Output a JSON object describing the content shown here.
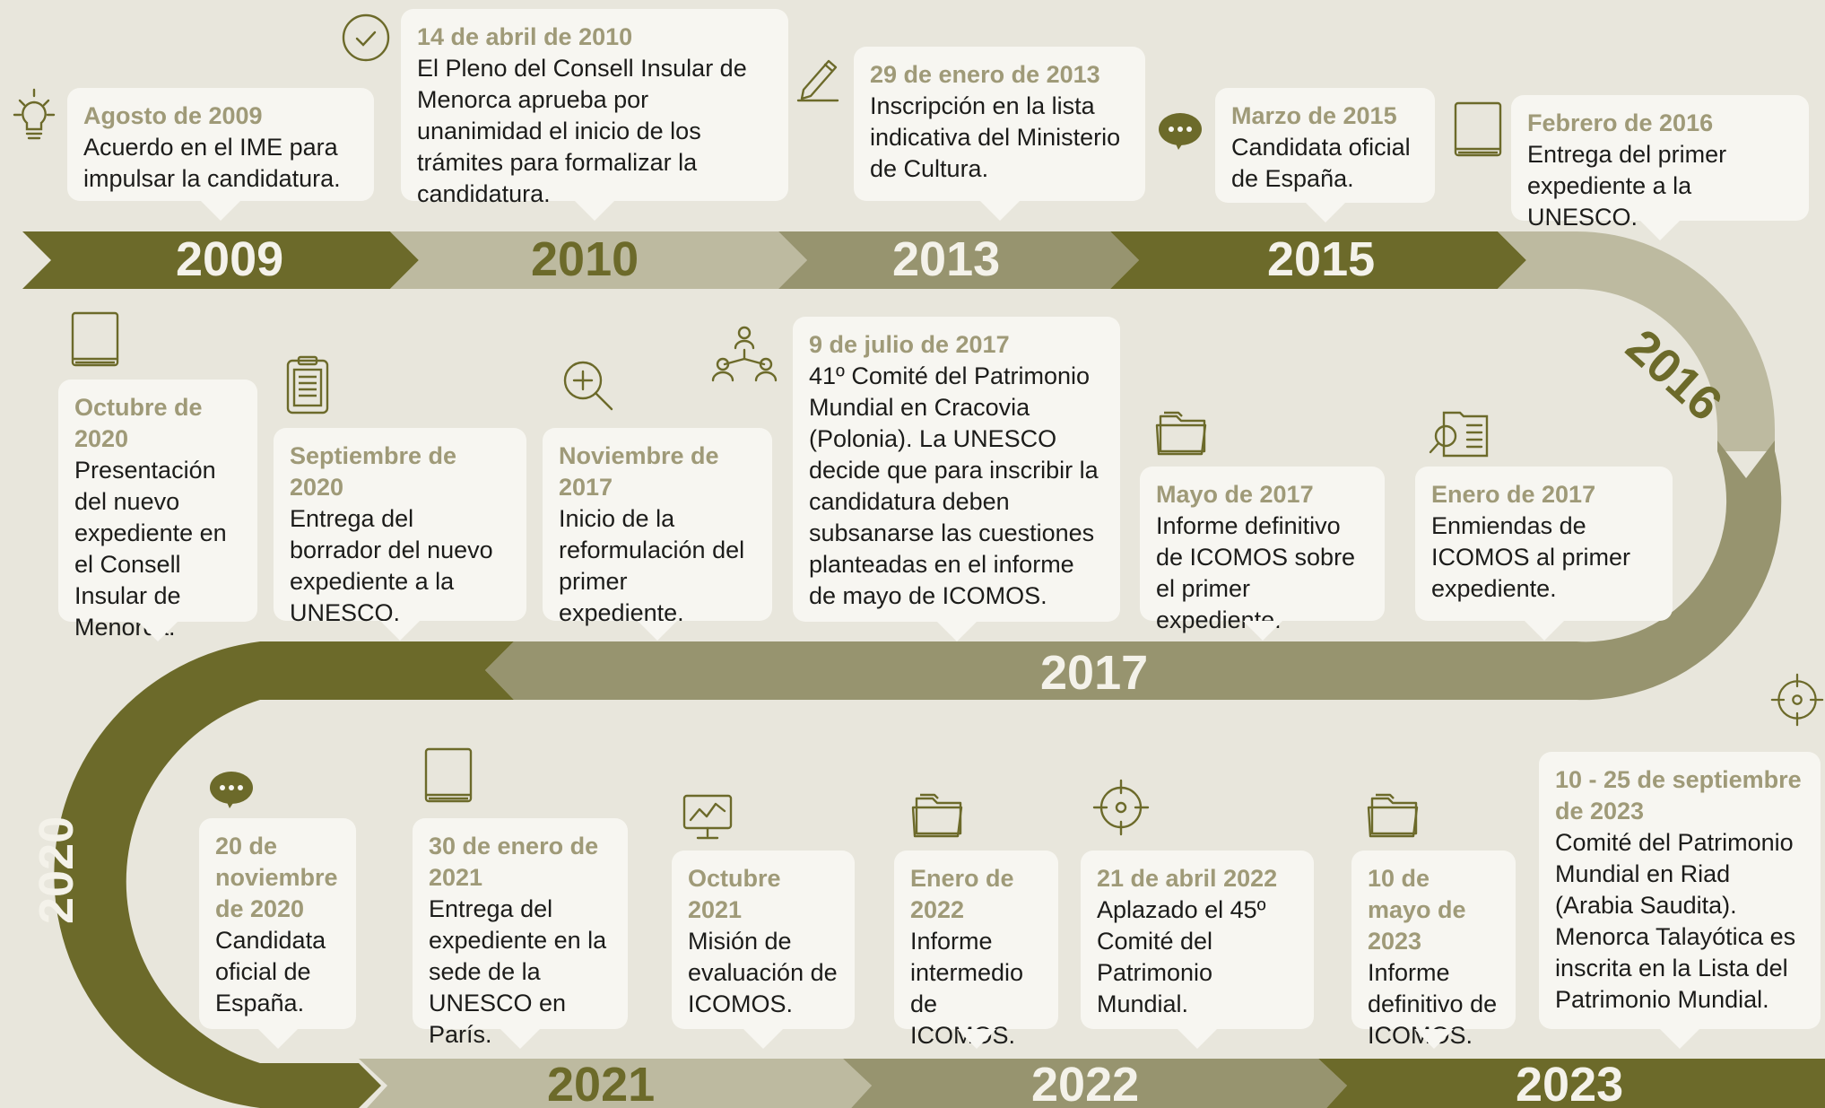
{
  "colors": {
    "background": "#e8e6dc",
    "olive_dark": "#6c6a2a",
    "olive_light": "#bdbaa0",
    "olive_mid": "#97946f",
    "card": "#f7f6f1",
    "date_text": "#9f9a78"
  },
  "years": {
    "y2009": "2009",
    "y2010": "2010",
    "y2013": "2013",
    "y2015": "2015",
    "y2016": "2016",
    "y2017": "2017",
    "y2020": "2020",
    "y2021": "2021",
    "y2022": "2022",
    "y2023": "2023"
  },
  "events": {
    "e1": {
      "date": "Agosto de 2009",
      "text": "Acuerdo en el IME para impulsar la candidatura.",
      "icon": "lightbulb-icon"
    },
    "e2": {
      "date": "14 de abril de 2010",
      "text": "El Pleno del Consell Insular de Menorca aprueba por unanimidad el inicio de los trámites para formalizar la candidatura.",
      "icon": "check-circle-icon"
    },
    "e3": {
      "date": "29 de enero de 2013",
      "text": "Inscripción en la lista indicativa del Ministerio de Cultura.",
      "icon": "pen-icon"
    },
    "e4": {
      "date": "Marzo de 2015",
      "text": "Candidata oficial de España.",
      "icon": "speech-bubble-icon"
    },
    "e5": {
      "date": "Febrero de 2016",
      "text": "Entrega del primer expediente a la UNESCO.",
      "icon": "book-icon"
    },
    "e6": {
      "date": "Enero de 2017",
      "text": "Enmiendas de ICOMOS al primer expediente.",
      "icon": "document-search-icon"
    },
    "e7": {
      "date": "Mayo de 2017",
      "text": "Informe definitivo de ICOMOS sobre el primer expediente.",
      "icon": "folder-icon"
    },
    "e8": {
      "date": "9 de julio de 2017",
      "text": "41º Comité del Patrimonio Mundial en Cracovia (Polonia). La UNESCO decide que para inscribir la candidatura deben subsanarse las cuestiones planteadas en el informe de mayo de ICOMOS.",
      "icon": "people-network-icon"
    },
    "e9": {
      "date": "Noviembre de 2017",
      "text": "Inicio de la reformulación del primer expediente.",
      "icon": "zoom-in-icon"
    },
    "e10": {
      "date": "Septiembre de 2020",
      "text": "Entrega del borrador del nuevo expediente a la UNESCO.",
      "icon": "clipboard-icon"
    },
    "e11": {
      "date": "Octubre de 2020",
      "text": "Presentación del nuevo expediente en el Consell Insular de Menorca.",
      "icon": "book-icon"
    },
    "e12": {
      "date": "20 de noviembre de 2020",
      "text": "Candidata oficial de España.",
      "icon": "speech-bubble-icon"
    },
    "e13": {
      "date": "30 de enero de 2021",
      "text": "Entrega del expediente en la sede de la UNESCO en París.",
      "icon": "book-icon"
    },
    "e14": {
      "date": "Octubre 2021",
      "text": "Misión de evaluación de ICOMOS.",
      "icon": "monitor-chart-icon"
    },
    "e15": {
      "date": "Enero de 2022",
      "text": "Informe intermedio de ICOMOS.",
      "icon": "folder-icon"
    },
    "e16": {
      "date": "21 de abril 2022",
      "text": "Aplazado el 45º Comité del Patrimonio Mundial.",
      "icon": "target-icon"
    },
    "e17": {
      "date": "10 de mayo de 2023",
      "text": "Informe definitivo de ICOMOS.",
      "icon": "folder-icon"
    },
    "e18": {
      "date": "10 - 25 de septiembre de 2023",
      "text": "Comité del Patrimonio Mundial en Riad (Arabia Saudita). Menorca Talayótica es inscrita en la Lista del Patrimonio Mundial.",
      "icon": "target-icon"
    }
  }
}
